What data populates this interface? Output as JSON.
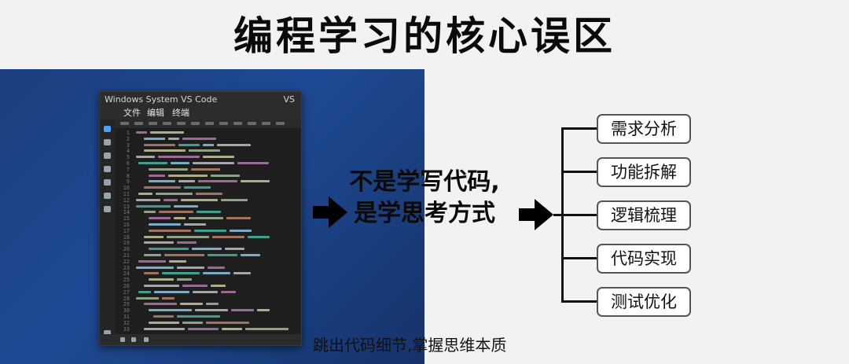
{
  "title": "编程学习的核心误区",
  "editor": {
    "window_title": "Windows System VS Code",
    "window_badge": "VS",
    "menu": [
      "文件",
      "编辑",
      "终端"
    ]
  },
  "slogan": {
    "line1": "不是学写代码,",
    "line2": "是学思考方式"
  },
  "steps": [
    "需求分析",
    "功能拆解",
    "逻辑梳理",
    "代码实现",
    "测试优化"
  ],
  "caption": "跳出代码细节,掌握思维本质",
  "colors": {
    "panel_blue": "#1e4a93",
    "editor_bg": "#1e1e1e",
    "text_dark": "#0a0a0a"
  }
}
